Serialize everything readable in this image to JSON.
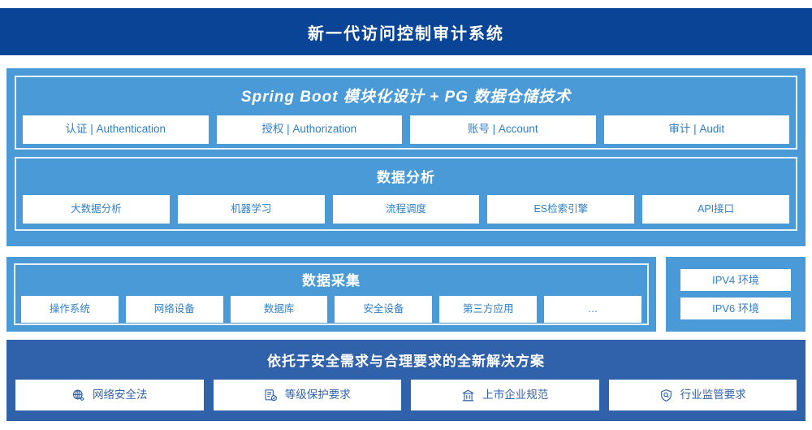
{
  "header": {
    "title": "新一代访问控制审计系统",
    "background": "#0a4496"
  },
  "palette": {
    "panel_blue": "#4a9ad8",
    "bottom_blue": "#3062ab",
    "chip_text": "#2f7fc6",
    "chip_bg": "#ffffff",
    "inner_border": "#e9f2fa"
  },
  "stack_section": {
    "groups": [
      {
        "title": "Spring Boot 模块化设计 + PG 数据仓储技术",
        "chips": [
          {
            "label": "认证 | Authentication"
          },
          {
            "label": "授权 | Authorization"
          },
          {
            "label": "账号 | Account"
          },
          {
            "label": "审计 | Audit"
          }
        ]
      },
      {
        "title": "数据分析",
        "chips": [
          {
            "label": "大数据分析"
          },
          {
            "label": "机器学习"
          },
          {
            "label": "流程调度"
          },
          {
            "label": "ES检索引擎"
          },
          {
            "label": "API接口"
          }
        ]
      }
    ]
  },
  "collect_section": {
    "title": "数据采集",
    "chips": [
      {
        "label": "操作系统"
      },
      {
        "label": "网络设备"
      },
      {
        "label": "数据库"
      },
      {
        "label": "安全设备"
      },
      {
        "label": "第三方应用"
      },
      {
        "label": "…"
      }
    ]
  },
  "ipv_section": {
    "chips": [
      {
        "label": "IPV4 环境"
      },
      {
        "label": "IPV6 环境"
      }
    ]
  },
  "bottom_section": {
    "title": "依托于安全需求与合理要求的全新解决方案",
    "chips": [
      {
        "label": "网络安全法",
        "icon": "globe-icon"
      },
      {
        "label": "等级保护要求",
        "icon": "document-check-icon"
      },
      {
        "label": "上市企业规范",
        "icon": "bank-building-icon"
      },
      {
        "label": "行业监管要求",
        "icon": "shield-search-icon"
      }
    ]
  }
}
